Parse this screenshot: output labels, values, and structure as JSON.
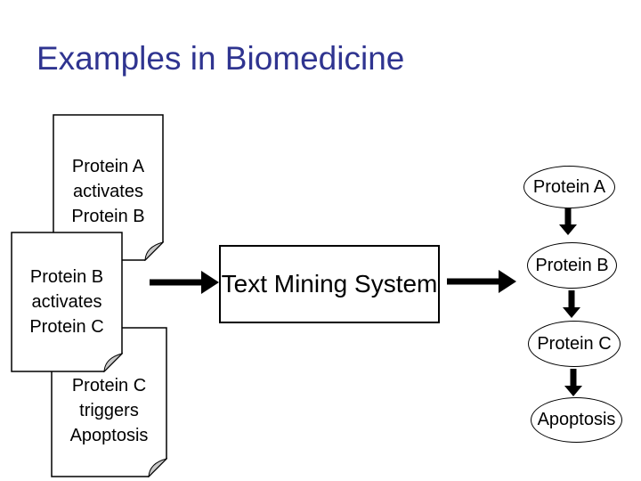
{
  "slide": {
    "title": "Examples in Biomedicine",
    "colors": {
      "title": "#2F3490",
      "body_text": "#000000",
      "background": "#FFFFFF",
      "shape_outline": "#000000",
      "fold_fill": "#C8C8C8",
      "arrow": "#000000"
    }
  },
  "documents": [
    {
      "lines": [
        "Protein A",
        "activates",
        "Protein B"
      ]
    },
    {
      "lines": [
        "Protein B",
        "activates",
        "Protein C"
      ]
    },
    {
      "lines": [
        "Protein C",
        "triggers",
        "Apoptosis"
      ]
    }
  ],
  "system_box": {
    "label": "Text Mining System"
  },
  "pathway": {
    "nodes": [
      {
        "label": "Protein A"
      },
      {
        "label": "Protein B"
      },
      {
        "label": "Protein C"
      },
      {
        "label": "Apoptosis"
      }
    ]
  }
}
